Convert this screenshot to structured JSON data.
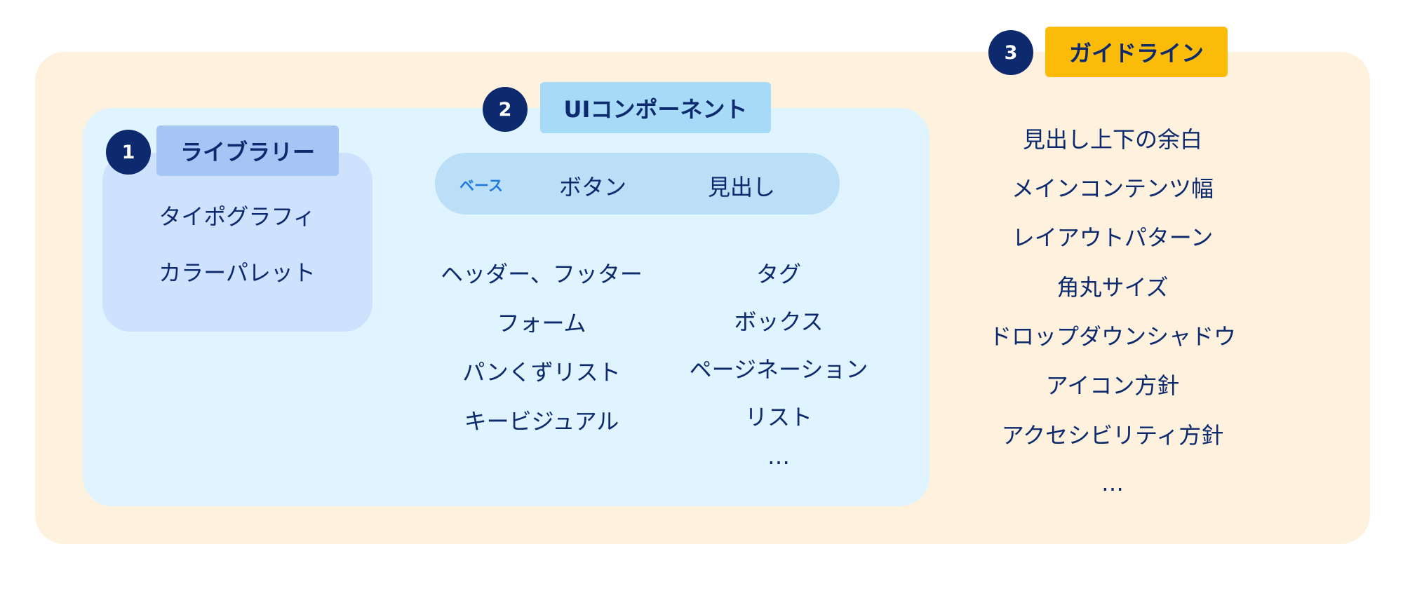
{
  "colors": {
    "outer_bg": "#fef1dd",
    "inner_bg": "#dff4fe",
    "library_bg": "#cfe2fd",
    "badge": "#0d2a6e",
    "library_label_bg": "#a5c5f4",
    "ui_label_bg": "#a7daf6",
    "guideline_label_bg": "#fbbb09",
    "pill_bg": "#badff6",
    "base_text": "#1f7be0",
    "text": "#0d2a6e"
  },
  "library": {
    "number": "1",
    "title": "ライブラリー",
    "items": [
      "タイポグラフィ",
      "カラーパレット"
    ]
  },
  "ui_components": {
    "number": "2",
    "title": "UIコンポーネント",
    "base_bar": {
      "tag": "ベース",
      "items": [
        "ボタン",
        "見出し"
      ]
    },
    "left_column": [
      "ヘッダー、フッター",
      "フォーム",
      "パンくずリスト",
      "キービジュアル"
    ],
    "right_column": [
      "タグ",
      "ボックス",
      "ページネーション",
      "リスト",
      "…"
    ]
  },
  "guidelines": {
    "number": "3",
    "title": "ガイドライン",
    "items": [
      "見出し上下の余白",
      "メインコンテンツ幅",
      "レイアウトパターン",
      "角丸サイズ",
      "ドロップダウンシャドウ",
      "アイコン方針",
      "アクセシビリティ方針",
      "…"
    ]
  }
}
